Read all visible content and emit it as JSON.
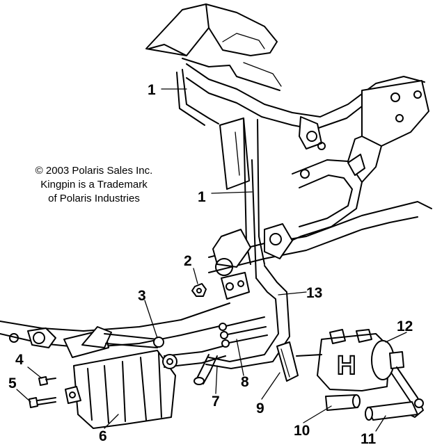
{
  "copyright": {
    "line1": "© 2003 Polaris Sales Inc.",
    "line2": "Kingpin is a Trademark",
    "line3": "of Polaris Industries"
  },
  "callouts": {
    "c1a": "1",
    "c1b": "1",
    "c2": "2",
    "c3": "3",
    "c4": "4",
    "c5": "5",
    "c6": "6",
    "c7": "7",
    "c8": "8",
    "c9": "9",
    "c10": "10",
    "c11": "11",
    "c12": "12",
    "c13": "13"
  },
  "filter_mark": "H"
}
